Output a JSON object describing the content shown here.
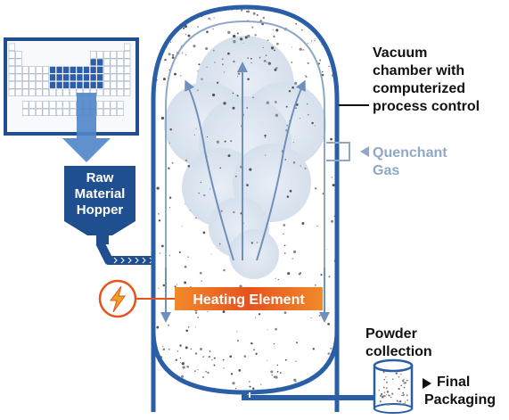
{
  "labels": {
    "hopper": [
      "Raw",
      "Material",
      "Hopper"
    ],
    "heating_element": "Heating Element",
    "vacuum_chamber": [
      "Vacuum",
      "chamber with",
      "computerized",
      "process control"
    ],
    "quenchant_gas": [
      "Quenchant",
      "Gas"
    ],
    "powder_collection": [
      "Powder",
      "collection"
    ],
    "final_packaging": [
      "Final",
      "Packaging"
    ]
  },
  "icons": {
    "periodic_table": "periodic-table-icon",
    "lightning": "lightning-bolt-icon",
    "arrow": "triangle-arrow-icon"
  },
  "colors": {
    "navy": "#1f4f8f",
    "blue_arrow": "#3d77c4",
    "light_blue_text": "#8fa8c8",
    "orange": "#e8521e",
    "dark_text": "#111111"
  }
}
